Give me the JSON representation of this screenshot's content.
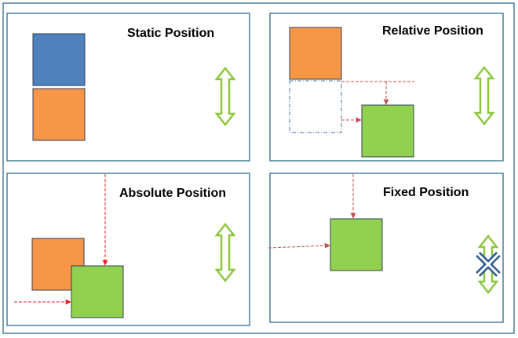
{
  "colors": {
    "frame": "#1f5f84",
    "blue_box": "#4f81bd",
    "orange_box": "#f79646",
    "green_box": "#92d050",
    "box_border": "#2f3f55",
    "dashed_placeholder": "#4a6fa5",
    "arrow_red": "#c0504d",
    "arrow_bright_red": "#e82222",
    "scroll_arrow": "#8dc63f",
    "cross_mark": "#2e5d8e"
  },
  "panels": {
    "static": {
      "title": "Static Position"
    },
    "relative": {
      "title": "Relative Position"
    },
    "absolute": {
      "title": "Absolute Position"
    },
    "fixed": {
      "title": "Fixed Position"
    }
  },
  "icons": {
    "scroll": "double-headed-vertical-arrow",
    "blocked": "x-mark"
  }
}
